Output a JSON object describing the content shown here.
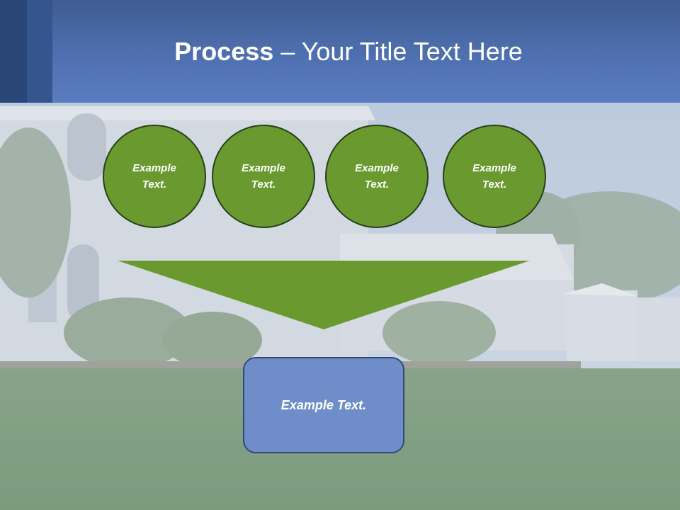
{
  "slide": {
    "title_bold": "Process",
    "title_rest": " – Your Title Text Here"
  },
  "circles": [
    {
      "label": "Example Text."
    },
    {
      "label": "Example Text."
    },
    {
      "label": "Example Text."
    },
    {
      "label": "Example Text."
    }
  ],
  "result": {
    "label": "Example Text."
  },
  "colors": {
    "header": "#5b7cc0",
    "circle_fill": "#6a9a2f",
    "funnel_fill": "#6a9a2f",
    "box_fill": "#6f8ec9"
  },
  "background_image": "house-with-lawn-photo"
}
